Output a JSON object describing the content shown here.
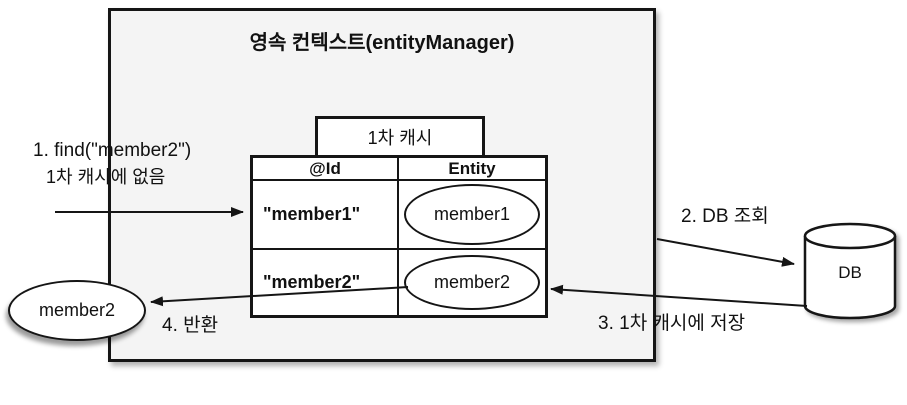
{
  "diagram": {
    "title": "영속 컨텍스트(entityManager)",
    "cache_tab_label": "1차 캐시",
    "table": {
      "headers": [
        "@Id",
        "Entity"
      ],
      "rows": [
        {
          "id": "\"member1\"",
          "entity": "member1"
        },
        {
          "id": "\"member2\"",
          "entity": "member2"
        }
      ]
    },
    "steps": {
      "find_call": "1. find(\"member2\")",
      "find_note": "1차 캐시에 없음",
      "db_query": "2. DB 조회",
      "cache_store": "3. 1차 캐시에 저장",
      "return_label": "4. 반환"
    },
    "returned_entity": "member2",
    "db_label": "DB",
    "colors": {
      "context_box_fill": "#f4f4f4",
      "stroke": "#151515",
      "background": "#ffffff"
    }
  }
}
